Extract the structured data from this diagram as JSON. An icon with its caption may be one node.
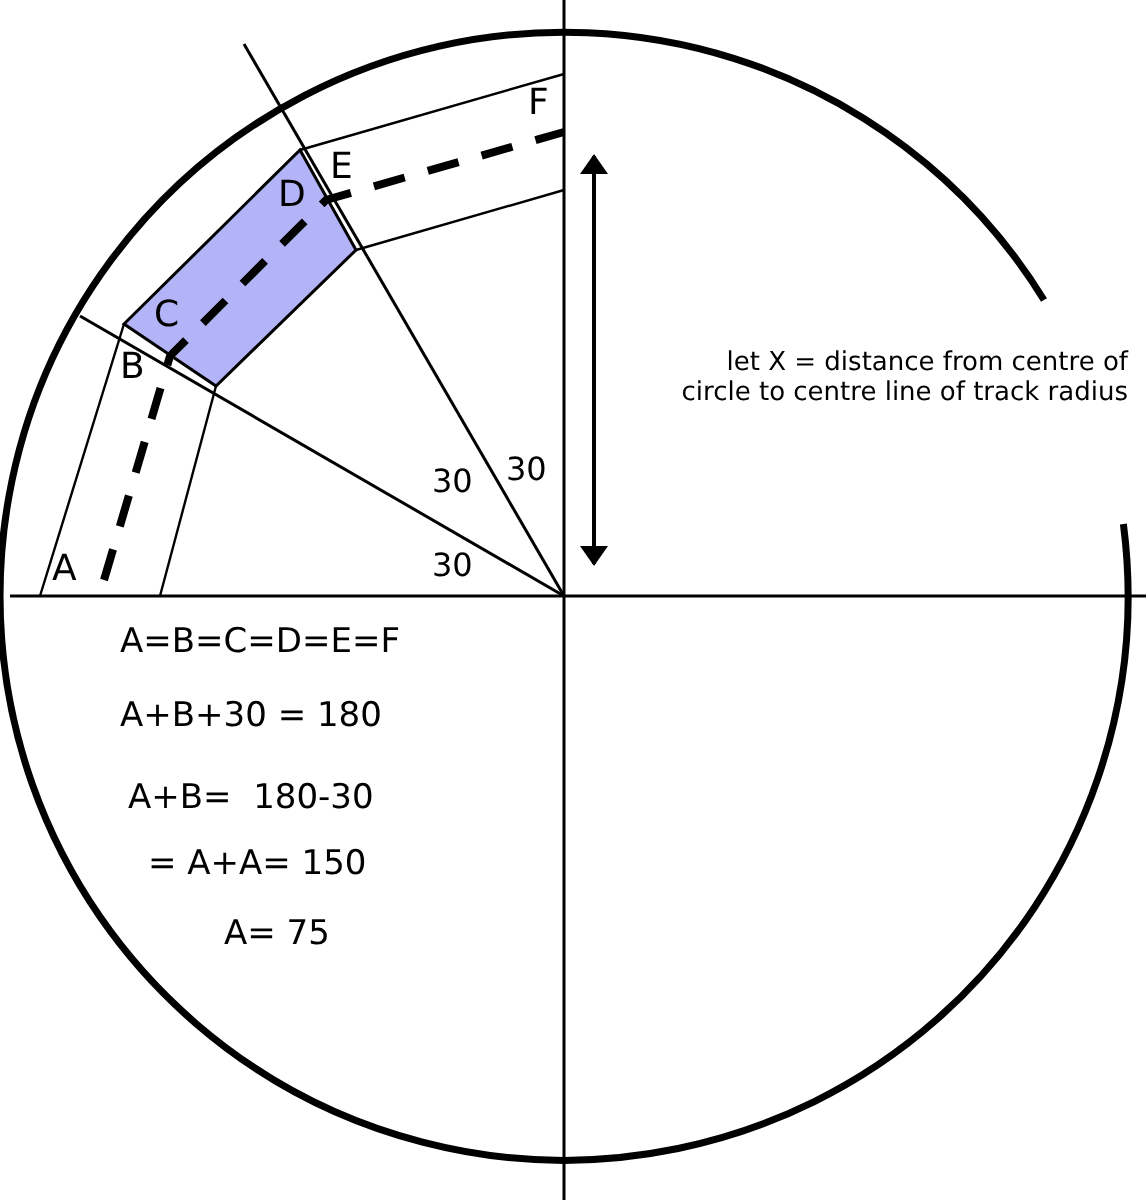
{
  "diagram": {
    "labels": [
      "F",
      "E",
      "D",
      "C",
      "B",
      "let X = distance from centre of circle to centre line of track radius",
      "30",
      "30",
      "A",
      "30",
      "A=B=C=D=E=F",
      "A+B+30 = 180",
      "A+B=  180-30",
      "= A+A= 150",
      "A= 75"
    ]
  }
}
